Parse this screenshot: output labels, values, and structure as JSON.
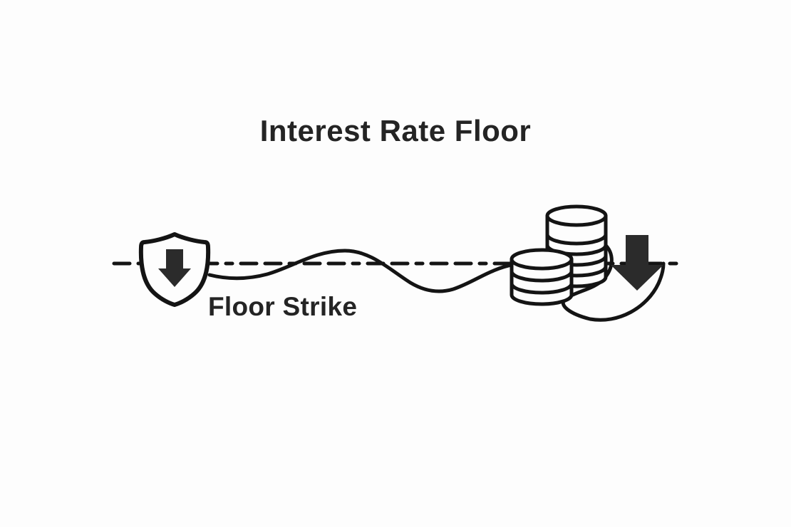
{
  "title": "Interest Rate Floor",
  "floor_strike_label": "Floor Strike",
  "colors": {
    "background": "#fdfdfd",
    "ink": "#141414",
    "text": "#242424",
    "arrow_fill": "#2b2b2b"
  },
  "icons": [
    "shield-icon",
    "shield-down-arrow-icon",
    "coin-stack-back-icon",
    "coin-stack-front-icon",
    "down-arrow-icon"
  ],
  "lines": [
    "floor-strike-dashed-line",
    "interest-rate-wave-line",
    "rate-rebound-swoosh-line"
  ]
}
